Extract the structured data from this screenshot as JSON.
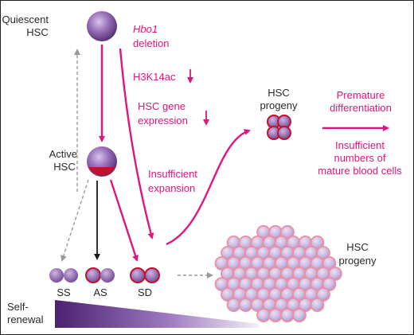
{
  "labels": {
    "quiescent": [
      "Quiescent",
      "HSC"
    ],
    "active": [
      "Active",
      "HSC"
    ],
    "hbo1": "Hbo1",
    "deletion": "deletion",
    "h3k14ac": "H3K14ac",
    "hsc_gene": [
      "HSC gene",
      "expression"
    ],
    "insufficient_expansion": [
      "Insufficient",
      "expansion"
    ],
    "hsc_progeny_top": [
      "HSC",
      "progeny"
    ],
    "premature": [
      "Premature",
      "differentiation"
    ],
    "insufficient_numbers": [
      "Insufficient",
      "numbers of",
      "mature blood cells"
    ],
    "ss": "SS",
    "as": "AS",
    "sd": "SD",
    "hsc_progeny_right": [
      "HSC",
      "progeny"
    ],
    "self_renewal": [
      "Self-",
      "renewal"
    ]
  },
  "colors": {
    "magenta": "#e0157d",
    "cell_purple": "#7a4c99",
    "cell_light": "#b99fd3",
    "cell_pink": "#f3c9d4",
    "cell_red_rim": "#c8102e",
    "text": "#2a2a2a",
    "dashed_gray": "#9a9a9a"
  }
}
